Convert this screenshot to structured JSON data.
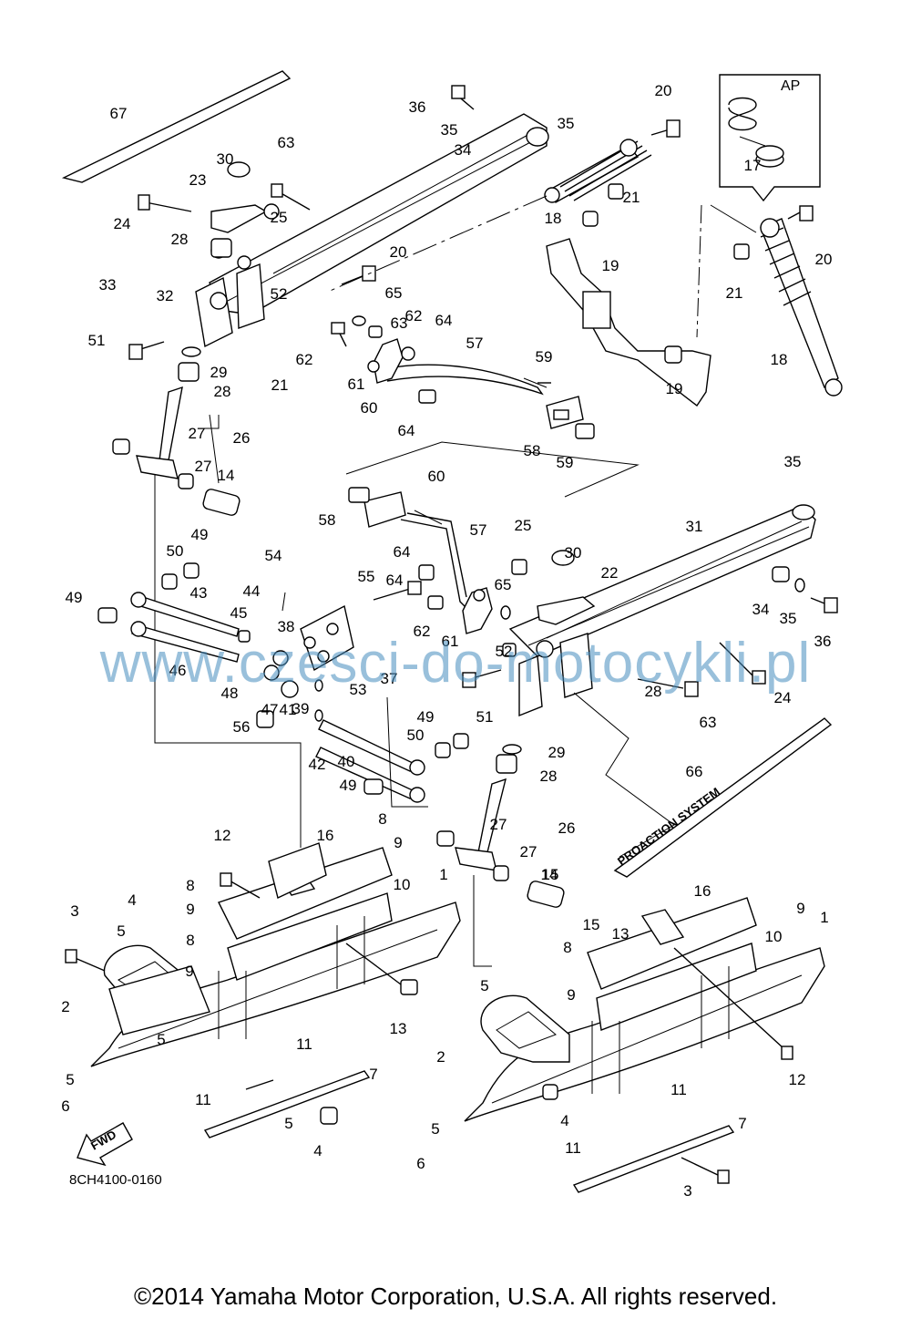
{
  "diagram": {
    "part_code": "8CH4100-0160",
    "copyright": "©2014 Yamaha Motor Corporation, U.S.A. All rights reserved.",
    "watermark": "www.czesci-do-motocykli.pl",
    "inset_label": "AP",
    "fwd_label": "FWD",
    "decal_text": "PROACTION SYSTEM",
    "callouts": [
      "1",
      "1",
      "2",
      "2",
      "3",
      "3",
      "4",
      "4",
      "4",
      "5",
      "5",
      "5",
      "5",
      "5",
      "5",
      "6",
      "6",
      "7",
      "7",
      "8",
      "8",
      "8",
      "8",
      "9",
      "9",
      "9",
      "9",
      "9",
      "10",
      "10",
      "11",
      "11",
      "11",
      "11",
      "12",
      "12",
      "13",
      "13",
      "14",
      "14",
      "15",
      "15",
      "16",
      "16",
      "17",
      "18",
      "18",
      "19",
      "19",
      "20",
      "20",
      "20",
      "21",
      "21",
      "21",
      "22",
      "23",
      "24",
      "24",
      "25",
      "25",
      "26",
      "26",
      "27",
      "27",
      "27",
      "27",
      "28",
      "28",
      "28",
      "28",
      "29",
      "29",
      "30",
      "30",
      "31",
      "32",
      "33",
      "34",
      "34",
      "35",
      "35",
      "35",
      "35",
      "36",
      "36",
      "37",
      "38",
      "39",
      "40",
      "41",
      "42",
      "43",
      "44",
      "45",
      "46",
      "47",
      "48",
      "49",
      "49",
      "49",
      "49",
      "50",
      "50",
      "51",
      "51",
      "52",
      "52",
      "53",
      "54",
      "55",
      "56",
      "57",
      "57",
      "58",
      "58",
      "59",
      "59",
      "60",
      "60",
      "61",
      "61",
      "62",
      "62",
      "62",
      "63",
      "63",
      "63",
      "64",
      "64",
      "64",
      "64",
      "65",
      "65",
      "66",
      "67"
    ]
  }
}
